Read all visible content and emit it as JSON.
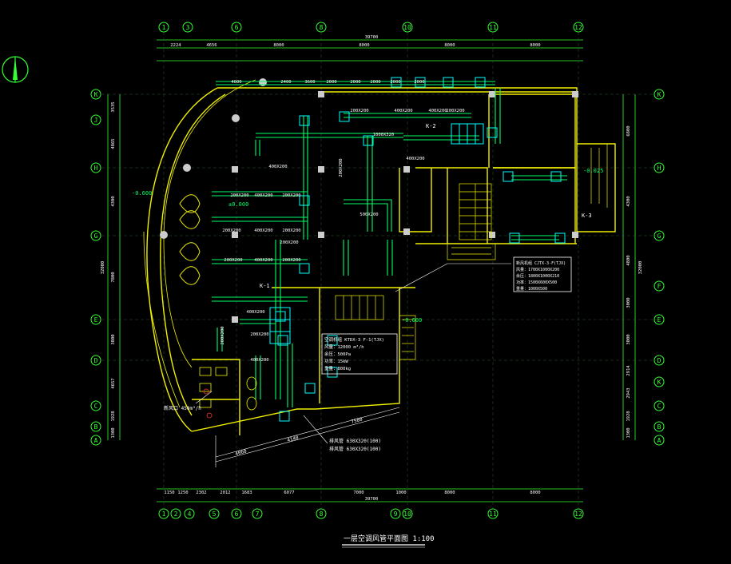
{
  "title": "一层空调风管平面图 1:100",
  "colors": {
    "background": "#000000",
    "wall": "#f0f000",
    "duct": "#00ff66",
    "dim": "#ffffff",
    "axis": "#33ff33",
    "equip": "#00ffff",
    "note": "#ffffff"
  },
  "axes_top": [
    "1",
    "3",
    "6",
    "8",
    "10",
    "11",
    "12"
  ],
  "axes_bottom": [
    "1",
    "2",
    "4",
    "5",
    "6",
    "7",
    "8",
    "9",
    "10",
    "11",
    "12"
  ],
  "axes_left": [
    "K",
    "J",
    "H",
    "G",
    "E",
    "D",
    "C",
    "B",
    "A"
  ],
  "axes_right": [
    "K",
    "H",
    "G",
    "F",
    "E",
    "D",
    "K",
    "C",
    "B",
    "A"
  ],
  "dims_top_row1": [
    "2224",
    "4656",
    "8000",
    "8000",
    "8000",
    "8000"
  ],
  "dims_top_total": "39700",
  "dims_bottom_row1": [
    "1150",
    "1250",
    "2302",
    "2012",
    "1683",
    "6077",
    "7000",
    "1000",
    "8000",
    "8000"
  ],
  "dims_bottom_total": "39700",
  "dims_left": [
    "3535",
    "4865",
    "4300",
    "7800",
    "3800",
    "4657",
    "1928",
    "1300"
  ],
  "dims_left_total": "32000",
  "dims_right": [
    "6800",
    "4300",
    "4800",
    "3000",
    "3000",
    "2914",
    "2943",
    "1928",
    "1300"
  ],
  "dims_right_total": "32000",
  "inner_dims": [
    "4000",
    "2400",
    "3600",
    "2000",
    "2000",
    "2000",
    "2000",
    "2000"
  ],
  "duct_labels": [
    "200X200",
    "400X200",
    "200X200",
    "400X200",
    "200X200",
    "1000X320",
    "200X200",
    "400X200",
    "200X200",
    "400X200",
    "200X200",
    "200X200",
    "200X200",
    "400X200",
    "200X200",
    "500X200",
    "400X200",
    "200X200",
    "200X200",
    "400X200",
    "400X200",
    "400X200",
    "200X200"
  ],
  "tags": {
    "k1": "K-1",
    "k2": "K-2",
    "k3": "K-3",
    "level1": "-0.600",
    "level2": "±0.000",
    "level3": "-0.025",
    "level4": "-0.600"
  },
  "note_boxes": [
    [
      "空调机组 KTDX-3 F-1(TJX)",
      "风量：12000 m³/h",
      "余压：500Pa",
      "功率：15kW",
      "重量：800kg"
    ],
    [
      "新风机组 CJTX-3-F(TJX)",
      "风量：1700X1000X200",
      "余压：1800X1000X210",
      "功率：1500X600X500",
      "重量：1000X500"
    ]
  ],
  "bottom_notes": [
    "新风口 450m³/h",
    "排风管 630X320(100)",
    "排风管 630X320(100)"
  ],
  "dim_diag": [
    "4060",
    "4140",
    "7580"
  ]
}
